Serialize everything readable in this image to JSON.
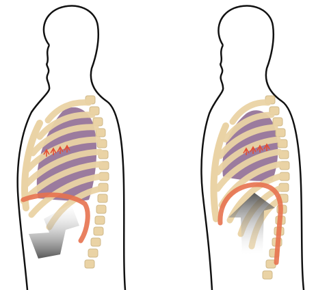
{
  "figure": {
    "panels": [
      {
        "id": "left",
        "content": "torso-side-view",
        "arrow_direction": "down",
        "diaphragm_state": "contracted"
      },
      {
        "id": "right",
        "content": "torso-side-view",
        "arrow_direction": "up",
        "diaphragm_state": "relaxed"
      }
    ],
    "colors": {
      "outline": "#111111",
      "rib": "#ead3a5",
      "rib_edge": "#cfb88a",
      "lung": "#9b7b9e",
      "diaphragm": "#e7724f",
      "arrow_dark": "#3b3b3b",
      "arrow_light": "#ffffff",
      "micro_arrows": "#e44d33"
    },
    "icons": [
      "air-flow-arrows-icon",
      "movement-arrow-icon"
    ]
  }
}
